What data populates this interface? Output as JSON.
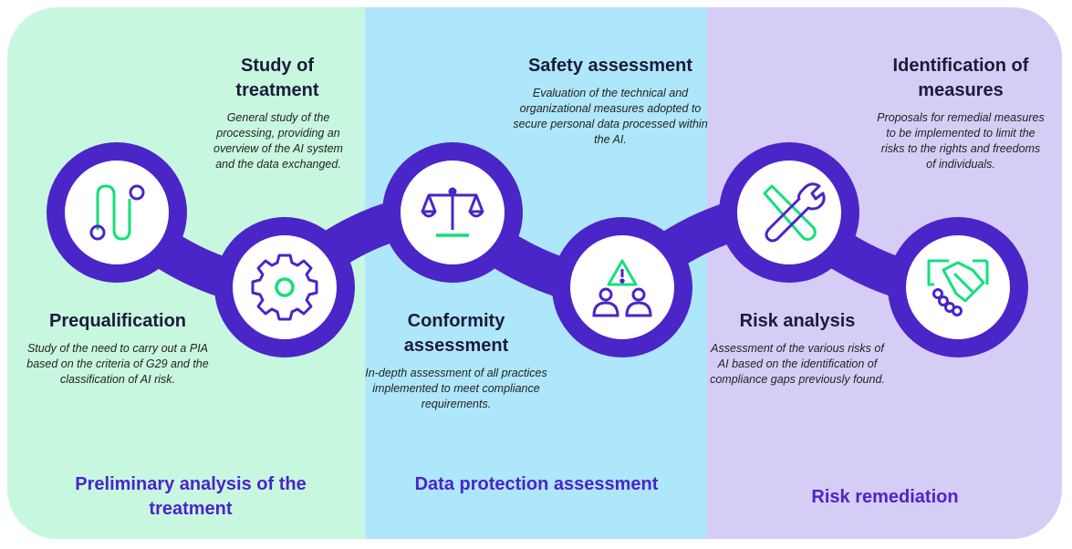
{
  "bands": [
    {
      "label": "Preliminary analysis of the treatment",
      "color": "#c8f7e0"
    },
    {
      "label": "Data protection assessment",
      "color": "#aee7fb"
    },
    {
      "label": "Risk remediation",
      "color": "#d6cdf7"
    }
  ],
  "steps": [
    {
      "title": "Prequalification",
      "description": "Study of the need to carry out a PIA based on the criteria of G29 and the classification of AI risk.",
      "icon": "route-icon"
    },
    {
      "title": "Study of treatment",
      "description": "General study of the processing, providing an overview of the AI system and the data exchanged.",
      "icon": "gear-icon"
    },
    {
      "title": "Conformity assessment",
      "description": "In-depth assessment of all practices implemented to meet compliance requirements.",
      "icon": "scale-icon"
    },
    {
      "title": "Safety assessment",
      "description": "Evaluation of the technical and organizational measures adopted to secure personal data processed within the AI.",
      "icon": "warning-people-icon"
    },
    {
      "title": "Risk analysis",
      "description": "Assessment of the various risks of AI based on the identification of compliance gaps previously found.",
      "icon": "tools-icon"
    },
    {
      "title": "Identification of measures",
      "description": "Proposals for remedial measures to be implemented to limit the risks to the rights and freedoms of individuals.",
      "icon": "handshake-icon"
    }
  ],
  "colors": {
    "chain": "#4a25c8",
    "accent": "#12e07a",
    "icon": "#4a25c8",
    "title": "#1b1b3a"
  }
}
